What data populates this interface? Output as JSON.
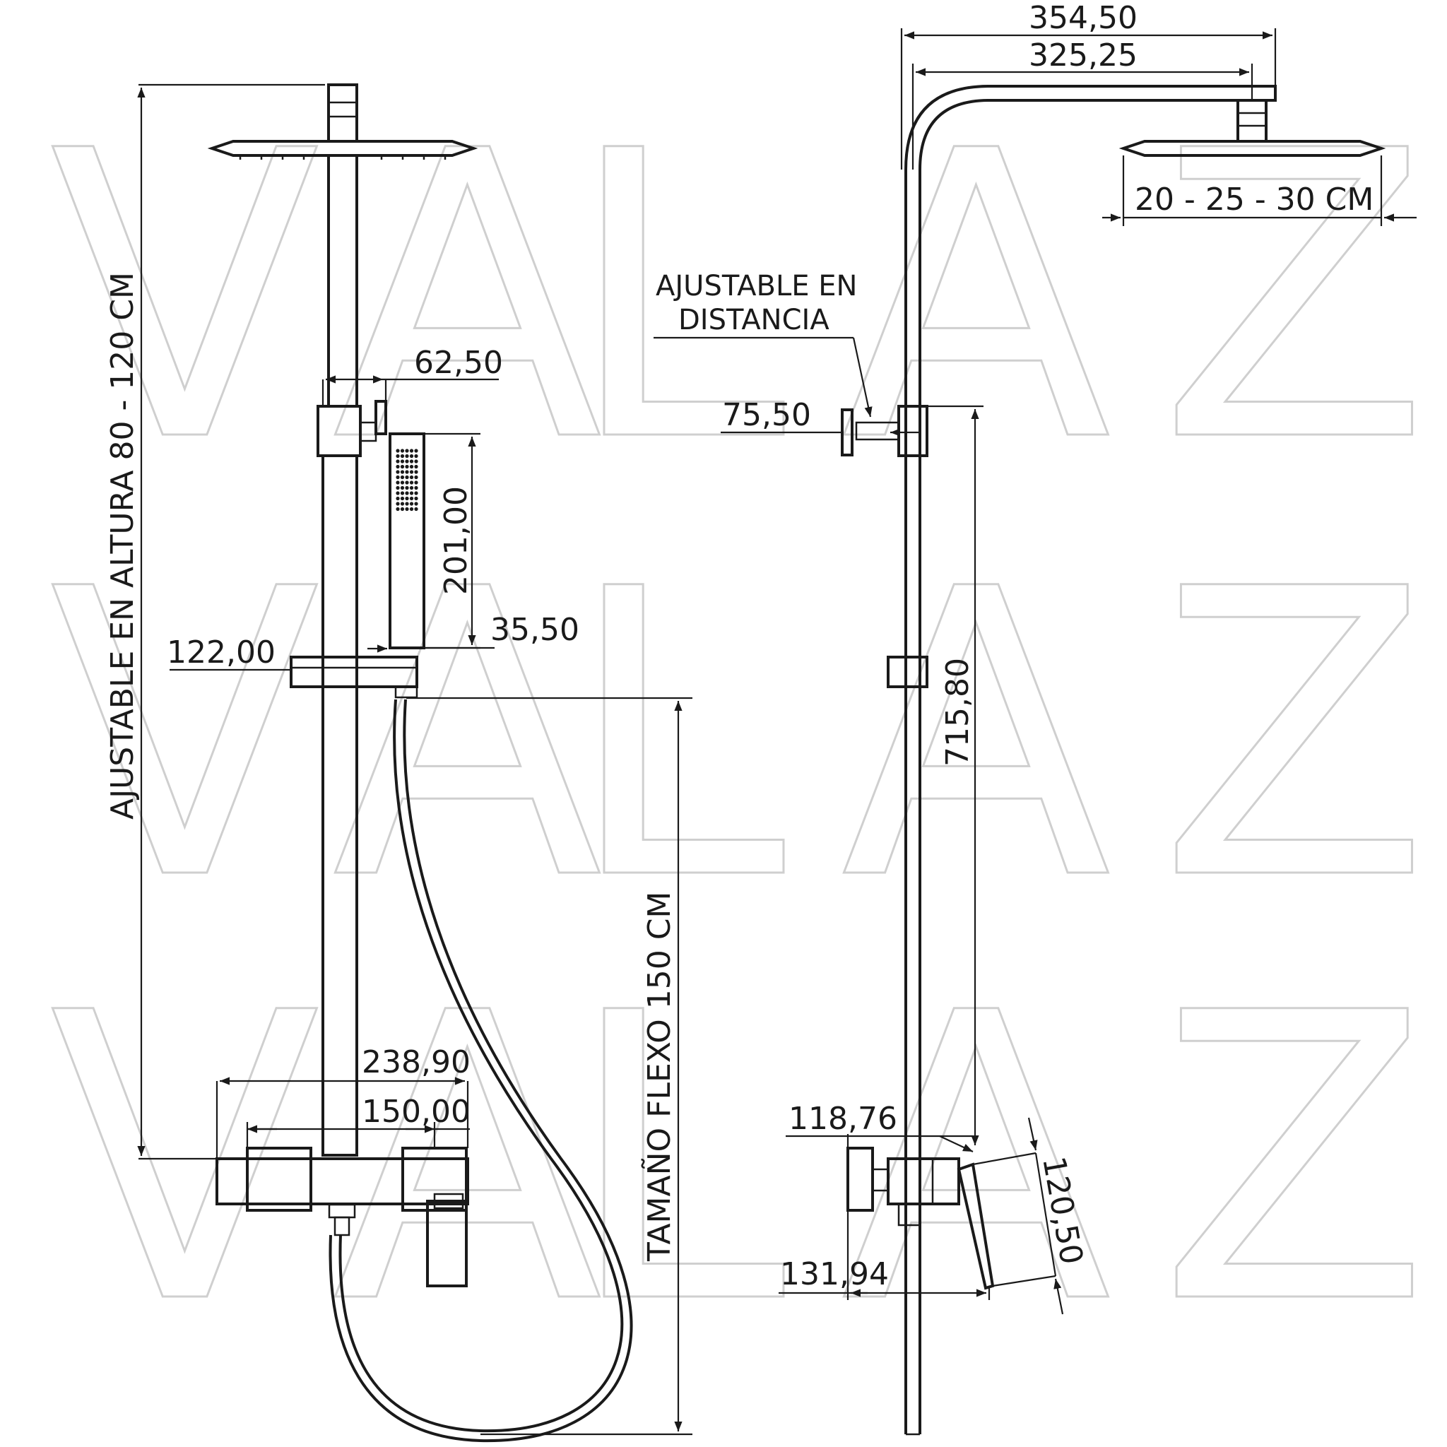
{
  "diagram": {
    "watermark_letters": [
      "V",
      "A",
      "L",
      "A",
      "Z"
    ],
    "dimensions": {
      "d_35450": "354,50",
      "d_32525": "325,25",
      "head_sizes": "20 - 25 - 30 CM",
      "d_6250": "62,50",
      "d_7550": "75,50",
      "d_20100": "201,00",
      "d_3550": "35,50",
      "d_12200": "122,00",
      "d_71580": "715,80",
      "d_23890": "238,90",
      "d_15000": "150,00",
      "d_11876": "118,76",
      "d_12050": "120,50",
      "d_13194": "131,94"
    },
    "notes": {
      "height_adjust": "AJUSTABLE EN ALTURA 80 - 120 CM",
      "hose_size": "TAMAÑO FLEXO 150 CM",
      "distance_adjust_1": "AJUSTABLE EN",
      "distance_adjust_2": "DISTANCIA"
    }
  }
}
